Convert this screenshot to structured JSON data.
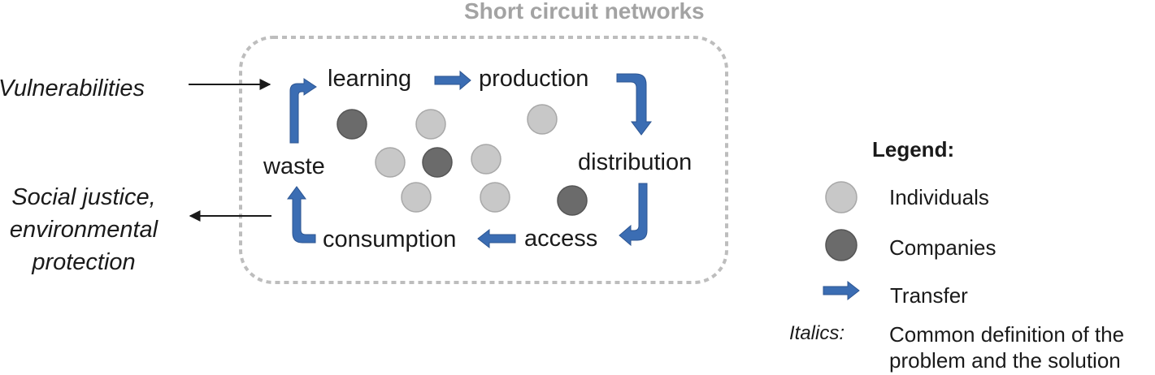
{
  "diagram": {
    "title": "Short circuit networks",
    "nodes": {
      "learning": "learning",
      "production": "production",
      "distribution": "distribution",
      "access": "access",
      "consumption": "consumption",
      "waste": "waste"
    },
    "inputs": {
      "vulnerabilities": "Vulnerabilities"
    },
    "outputs": {
      "social_justice_line1": "Social justice,",
      "social_justice_line2": "environmental",
      "social_justice_line3": "protection"
    }
  },
  "legend": {
    "title": "Legend:",
    "individuals": "Individuals",
    "companies": "Companies",
    "transfer": "Transfer",
    "italics_label": "Italics:",
    "italics_desc_line1": "Common definition of the",
    "italics_desc_line2": "problem and the solution"
  },
  "colors": {
    "individual_fill": "#c8c8c8",
    "company_fill": "#6b6b6b",
    "arrow_blue": "#3b6db3",
    "border_gray": "#bdbdbd",
    "title_gray": "#a3a3a3"
  }
}
